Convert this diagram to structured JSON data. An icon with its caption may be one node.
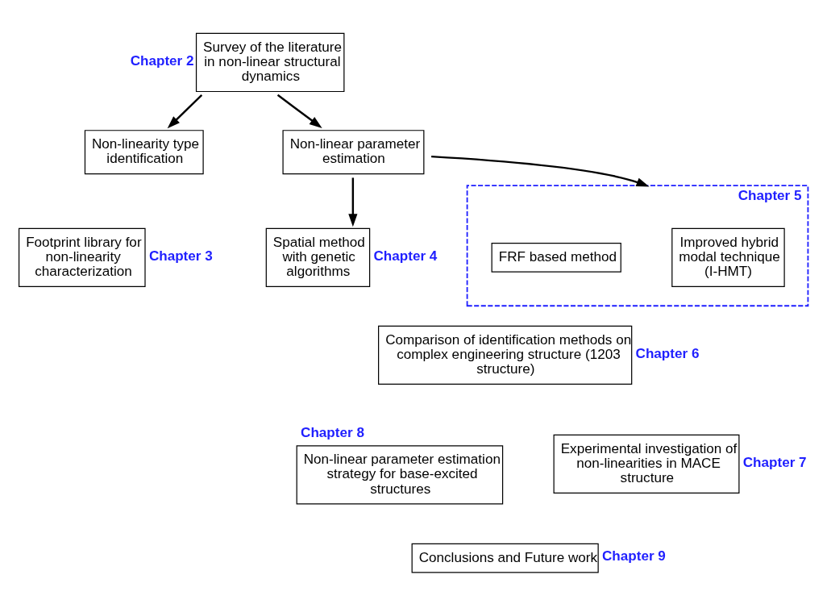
{
  "diagram": {
    "nodes": [
      {
        "text": [
          "Survey of the literature in non-linear structural dynamics"
        ],
        "beside": [
          "Chapter 2"
        ]
      },
      {
        "text": [
          "Non-linearity type identification"
        ]
      },
      {
        "text": [
          "Non-linear parameter estimation"
        ]
      },
      {
        "text": [
          "Footprint library for non-linearity characterization"
        ],
        "beside": [
          "Chapter 3"
        ]
      },
      {
        "text": [
          "Spatial method with genetic algorithms"
        ],
        "beside": [
          "Chapter 4"
        ]
      },
      {
        "text": [
          "Chapter 5"
        ]
      },
      {
        "text": [
          "Improved hybrid modal technique (I-HMT)"
        ],
        "in": 5
      },
      {
        "text": [
          "FRF based method"
        ],
        "in": 5
      },
      {
        "text": [
          "Comparison of identification methods on complex engineering structure (1203 structure)"
        ],
        "beside": [
          "Chapter 6"
        ]
      },
      {
        "text": [
          "Non-linear parameter estimation strategy for base-excited structures"
        ],
        "beside": [
          "Chapter 8"
        ]
      },
      {
        "text": [
          "Experimental investigation of non-linearities in MACE structure"
        ],
        "beside": [
          "Chapter 7"
        ]
      },
      {
        "text": [
          "Conclusions and Future work"
        ],
        "beside": [
          "Chapter 9"
        ]
      }
    ],
    "edges": [
      {
        "from": 0,
        "to": 1,
        "arrow": "to"
      },
      {
        "from": 0,
        "to": 2,
        "arrow": "to"
      },
      {
        "from": 2,
        "to": 4,
        "arrow": "to"
      },
      {
        "from": 2,
        "to": 5,
        "arrow": "to"
      }
    ]
  }
}
